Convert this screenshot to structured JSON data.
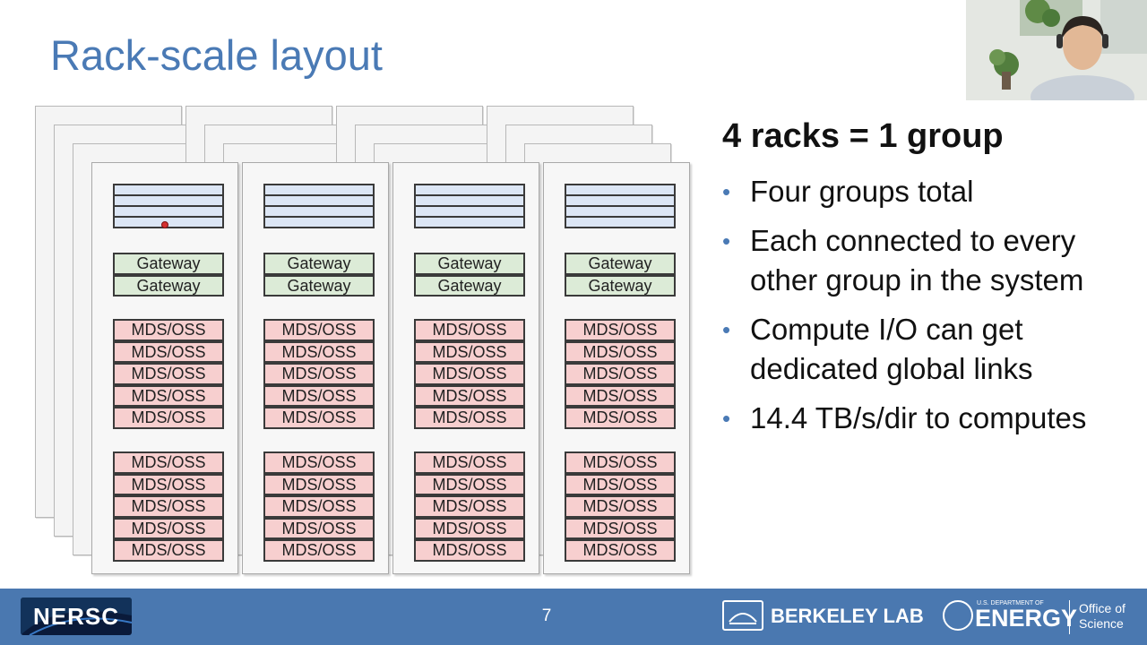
{
  "slide": {
    "title": "Rack-scale layout",
    "heading": "4 racks = 1 group",
    "bullets": [
      "Four groups total",
      "Each connected to every other group in the system",
      "Compute I/O can get dedicated global links",
      "14.4 TB/s/dir to computes"
    ],
    "page_number": "7"
  },
  "rack": {
    "gateway_label": "Gateway",
    "mds_label": "MDS/OSS"
  },
  "footer": {
    "nersc": "NERSC",
    "berkeley": "BERKELEY LAB",
    "doe_small": "U.S. DEPARTMENT OF",
    "doe_big": "ENERGY",
    "office_line1": "Office of",
    "office_line2": "Science"
  },
  "colors": {
    "title": "#4a7ab5",
    "footer": "#4a78b0",
    "gateway": "#dcebd7",
    "mds": "#f7cfcf",
    "switch": "#dce6f5"
  },
  "icons": [
    "nersc-logo-icon",
    "berkeley-lab-icon",
    "doe-seal-icon",
    "laser-pointer-icon",
    "bullet-dot-icon"
  ]
}
